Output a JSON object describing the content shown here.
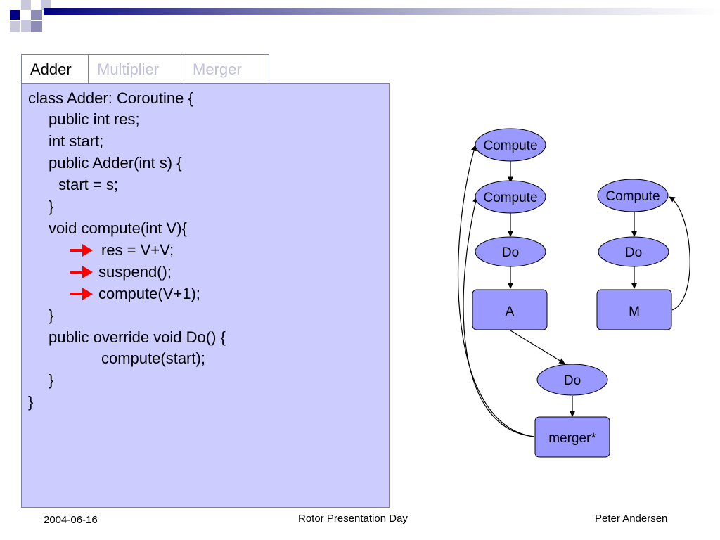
{
  "tabs": [
    {
      "label": "Adder",
      "active": true
    },
    {
      "label": "Multiplier",
      "active": false
    },
    {
      "label": "Merger",
      "active": false
    }
  ],
  "code": {
    "lines": [
      "class Adder: Coroutine {",
      "public int res;",
      "int start;",
      "public Adder(int s) {",
      "start = s;",
      "}",
      "void compute(int V){",
      "res = V+V;",
      "suspend();",
      "compute(V+1);",
      "}",
      "public override void Do() {",
      "compute(start);",
      "}",
      "}"
    ]
  },
  "diagram": {
    "compute_top": "Compute",
    "compute_mid": "Compute",
    "compute_right": "Compute",
    "do_left": "Do",
    "do_right": "Do",
    "box_a": "A",
    "box_m": "M",
    "do_bottom": "Do",
    "merger": "merger*"
  },
  "footer": {
    "date": "2004-06-16",
    "center": "Rotor Presentation Day",
    "author": "Peter Andersen"
  },
  "colors": {
    "code_panel": "#ccccff",
    "node_fill": "#9999ff",
    "accent_navy": "#000080",
    "arrow_red": "#ff0000"
  }
}
